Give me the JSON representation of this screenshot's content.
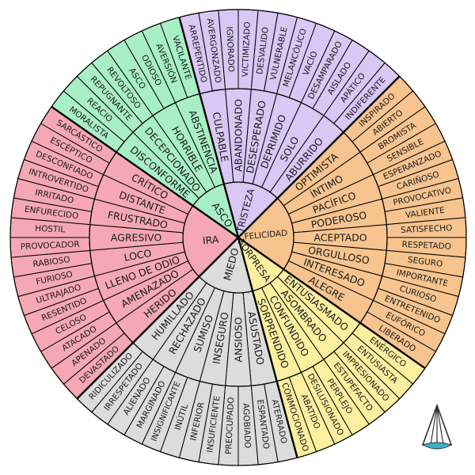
{
  "wheel": {
    "emotions": [
      {
        "name": "IRA",
        "color": "#f5a8b4",
        "secondary": [
          {
            "name": "HERIDO",
            "tertiary": [
              "DEVASTADO",
              "APENADO"
            ]
          },
          {
            "name": "AMENAZADO",
            "tertiary": [
              "ATACADO",
              "CELOSO"
            ]
          },
          {
            "name": "LLENO DE ODIO",
            "tertiary": [
              "RESENTIDO",
              "ULTRAJADO"
            ]
          },
          {
            "name": "LOCO",
            "tertiary": [
              "FURIOSO",
              "RABIOSO"
            ]
          },
          {
            "name": "AGRESIVO",
            "tertiary": [
              "PROVOCADOR",
              "HOSTIL"
            ]
          },
          {
            "name": "FRUSTRADO",
            "tertiary": [
              "ENFURECIDO",
              "IRRITADO"
            ]
          },
          {
            "name": "DISTANTE",
            "tertiary": [
              "INTROVERTIDO",
              "DESCONFIADO"
            ]
          },
          {
            "name": "CRÍTICO",
            "tertiary": [
              "ESCÉPTICO",
              "SARCÁSTICO"
            ]
          }
        ]
      },
      {
        "name": "ASCO",
        "color": "#a9efc5",
        "secondary": [
          {
            "name": "DISCONFORME",
            "tertiary": [
              "MORALISTA",
              "REACIO"
            ]
          },
          {
            "name": "DECEPCIONADO",
            "tertiary": [
              "REPUGNANTE",
              "REVOLTOSO"
            ]
          },
          {
            "name": "HORRIBLE",
            "tertiary": [
              "ASCO",
              "ODIOSO"
            ]
          },
          {
            "name": "ABSTINENCIA",
            "tertiary": [
              "AVERSIÓN",
              "VACILANTE"
            ]
          }
        ]
      },
      {
        "name": "TRISTEZA",
        "color": "#d9c7f6",
        "secondary": [
          {
            "name": "CULPABLE",
            "tertiary": [
              "ARREPENTIDO",
              "AVERGONZADO"
            ]
          },
          {
            "name": "ABANDONADO",
            "tertiary": [
              "IGNORADO",
              "VICTIMIZADO"
            ]
          },
          {
            "name": "DESESPERADO",
            "tertiary": [
              "DESVALIDO",
              "VULNERABLE"
            ]
          },
          {
            "name": "DEPRIMIDO",
            "tertiary": [
              "MELANCÓLICO",
              "VACÍO"
            ]
          },
          {
            "name": "SOLO",
            "tertiary": [
              "DESAMPARADO",
              "AISLADO"
            ]
          },
          {
            "name": "ABURRIDO",
            "tertiary": [
              "APÁTICO",
              "INDIFERENTE"
            ]
          }
        ]
      },
      {
        "name": "FELICIDAD",
        "color": "#f7c48f",
        "secondary": [
          {
            "name": "OPTIMISTA",
            "tertiary": [
              "INSPIRADO",
              "ABIERTO"
            ]
          },
          {
            "name": "ÍNTIMO",
            "tertiary": [
              "BROMISTA",
              "SENSIBLE"
            ]
          },
          {
            "name": "PACÍFICO",
            "tertiary": [
              "ESPERANZADO",
              "CARIÑOSO"
            ]
          },
          {
            "name": "PODEROSO",
            "tertiary": [
              "PROVOCATIVO",
              "VALIENTE"
            ]
          },
          {
            "name": "ACEPTADO",
            "tertiary": [
              "SATISFECHO",
              "RESPETADO"
            ]
          },
          {
            "name": "ORGULLOSO",
            "tertiary": [
              "SEGURO",
              "IMPORTANTE"
            ]
          },
          {
            "name": "INTERESADO",
            "tertiary": [
              "CURIOSO",
              "ENTRETENIDO"
            ]
          },
          {
            "name": "ALEGRE",
            "tertiary": [
              "EUFÓRICO",
              "LIBERADO"
            ]
          }
        ]
      },
      {
        "name": "SORPRESA",
        "color": "#fcf0a0",
        "secondary": [
          {
            "name": "ENTUSIASMADO",
            "tertiary": [
              "ENÉRGICO",
              "ENTUSIASTA"
            ]
          },
          {
            "name": "ASOMBRADO",
            "tertiary": [
              "IMPRESIONADO",
              "ESTUPEFACTO"
            ]
          },
          {
            "name": "CONFUNDIDO",
            "tertiary": [
              "PERPLEJO",
              "DESILUSIONADO"
            ]
          },
          {
            "name": "SORPRENDIDO",
            "tertiary": [
              "ABATIDO",
              "CONMOCIONADO"
            ]
          }
        ]
      },
      {
        "name": "MIEDO",
        "color": "#dcdcdc",
        "secondary": [
          {
            "name": "ASUSTADO",
            "tertiary": [
              "ATERRADO",
              "ESPANTADO"
            ]
          },
          {
            "name": "ANSIOSO",
            "tertiary": [
              "AGOBIADO",
              "PREOCUPADO"
            ]
          },
          {
            "name": "INSEGURO",
            "tertiary": [
              "INSUFICIENTE",
              "INFERIOR"
            ]
          },
          {
            "name": "SUMISO",
            "tertiary": [
              "INÚTIL",
              "INSIGNIFICANTE"
            ]
          },
          {
            "name": "RECHAZADO",
            "tertiary": [
              "MARGINADO",
              "ALIENADO"
            ]
          },
          {
            "name": "HUMILLADO",
            "tertiary": [
              "IRRESPETADO",
              "RIDICULIZADO"
            ]
          }
        ]
      }
    ]
  }
}
